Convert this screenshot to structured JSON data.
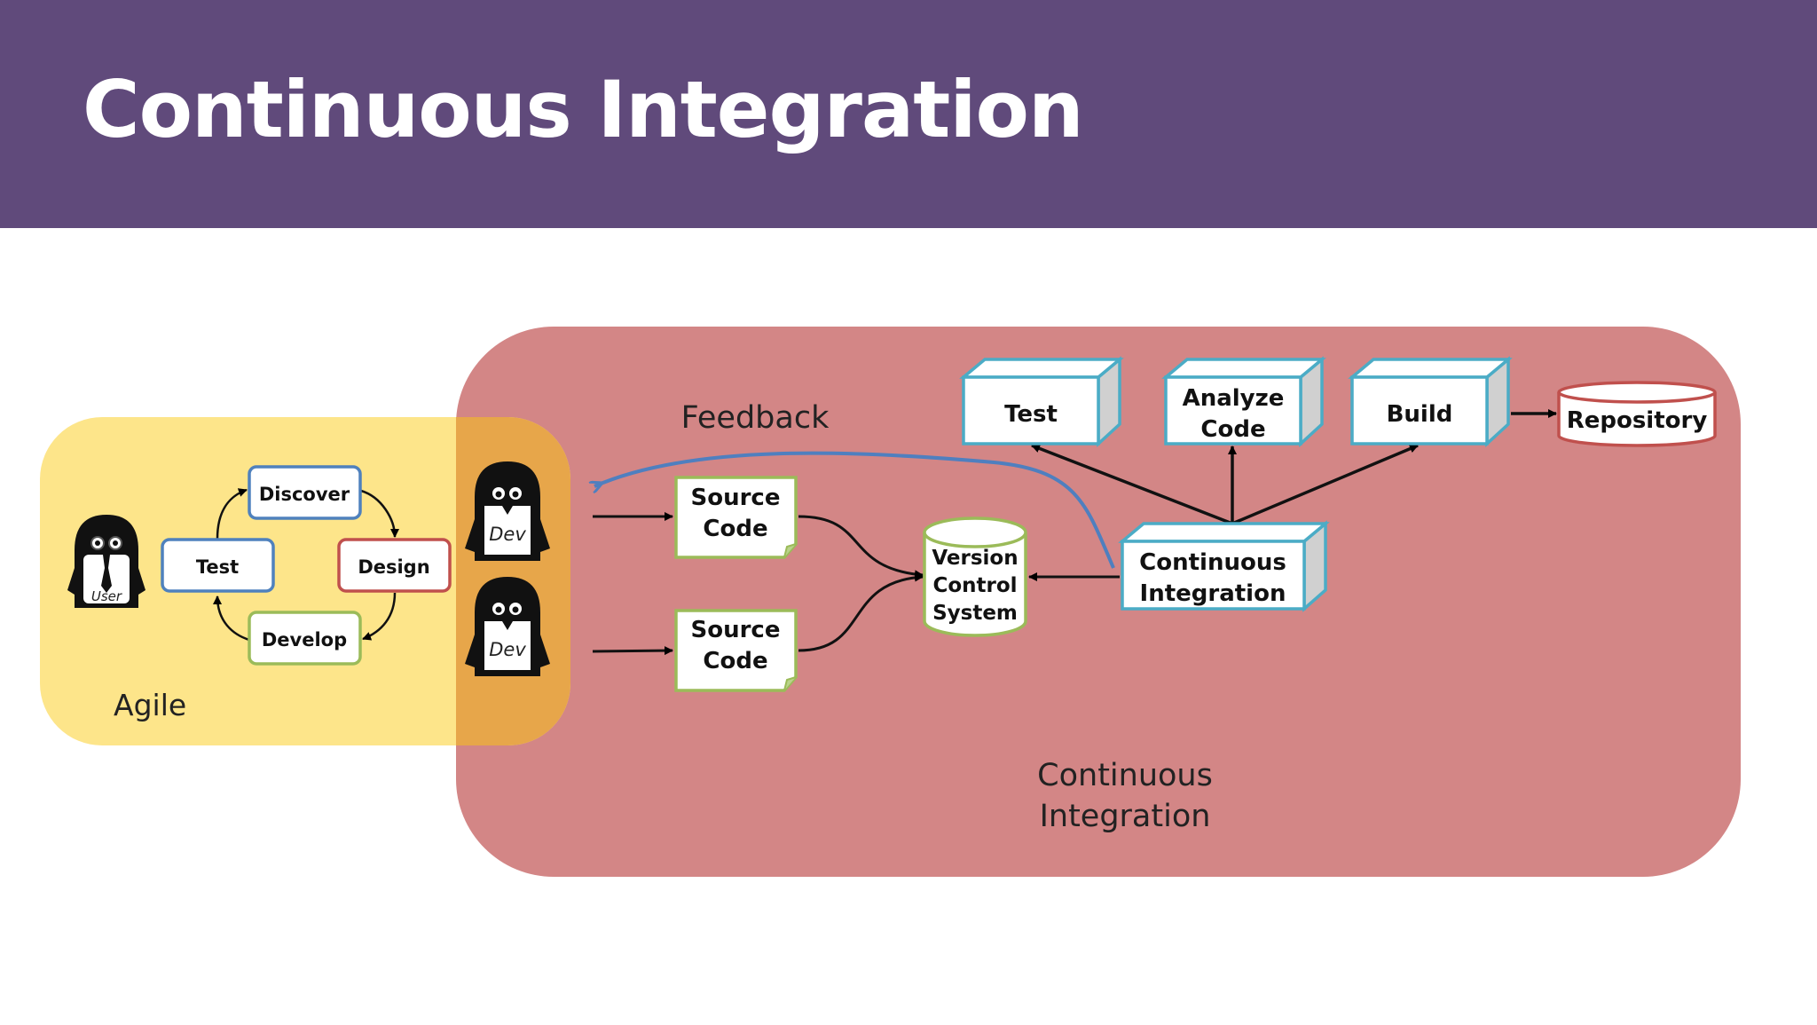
{
  "slide": {
    "title": "Continuous Integration"
  },
  "colors": {
    "header": "#604a7b",
    "agile_region": "#fde58a",
    "ci_region": "#d38686",
    "overlap": "#e7a64a",
    "blue_border": "#4f81bd",
    "green_border": "#9bbb59",
    "red_border": "#c0504d",
    "cyan_border": "#4bacc6",
    "feedback_arrow": "#4f7fbf"
  },
  "agile": {
    "label": "Agile",
    "user_label": "User",
    "cycle": {
      "discover": "Discover",
      "design": "Design",
      "develop": "Develop",
      "test": "Test"
    }
  },
  "devs": {
    "dev1": "Dev",
    "dev2": "Dev"
  },
  "ci": {
    "region_label_line1": "Continuous",
    "region_label_line2": "Integration",
    "feedback": "Feedback",
    "source_code_1": [
      "Source",
      "Code"
    ],
    "source_code_2": [
      "Source",
      "Code"
    ],
    "vcs": [
      "Version",
      "Control",
      "System"
    ],
    "ci_server": [
      "Continuous",
      "Integration"
    ],
    "test": "Test",
    "analyze": [
      "Analyze",
      "Code"
    ],
    "build": "Build",
    "repository": "Repository"
  }
}
